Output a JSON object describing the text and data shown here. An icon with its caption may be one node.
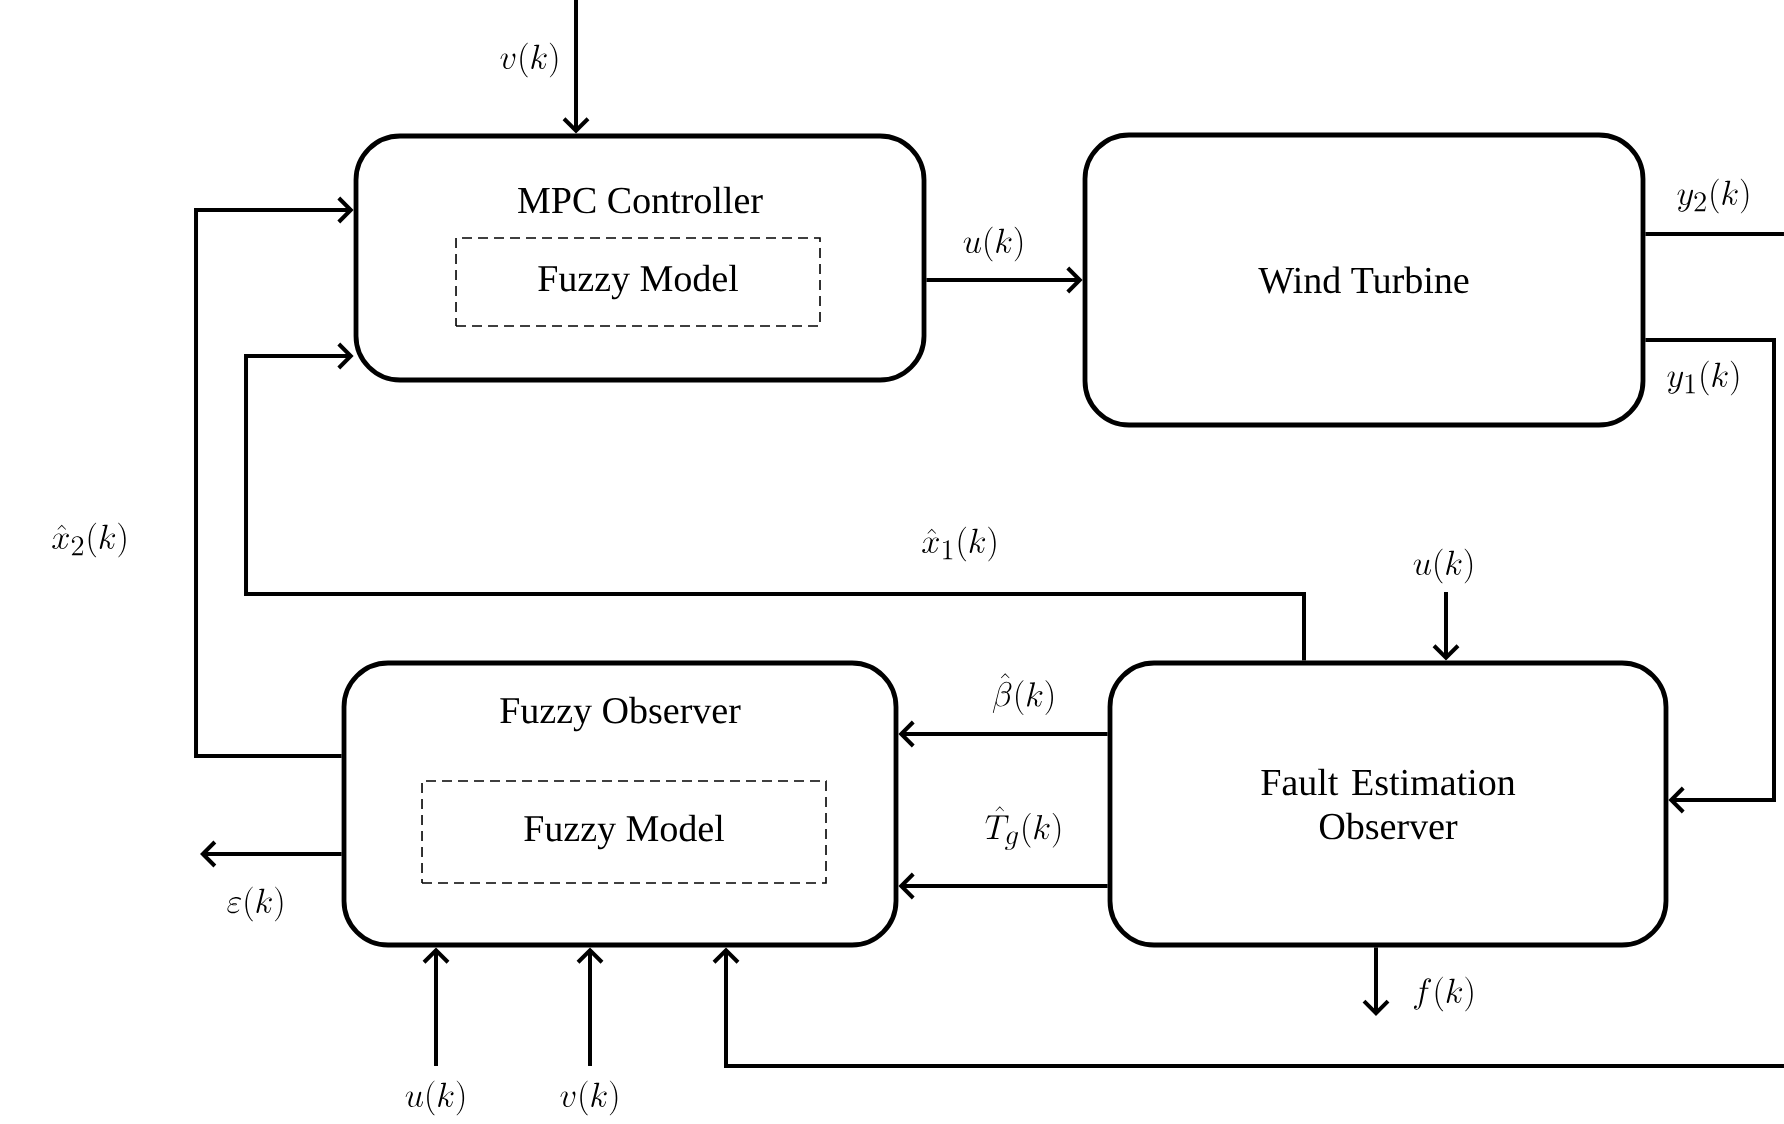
{
  "diagram": {
    "nodes": [
      {
        "text": [
          "MPC Controller"
        ]
      },
      {
        "text": [
          "Fuzzy Model"
        ],
        "in": 0
      },
      {
        "text": [
          "Wind Turbine"
        ]
      },
      {
        "text": [
          "Fuzzy Observer"
        ]
      },
      {
        "text": [
          "Fuzzy Model"
        ],
        "in": 3
      },
      {
        "text": [
          "Fault Estimation Observer"
        ]
      }
    ],
    "edges": [
      {
        "from": null,
        "to": 0,
        "arrow": "to",
        "label": "v(k)"
      },
      {
        "from": 5,
        "to": 0,
        "arrow": "to",
        "label": "\\hat{x}_1(k)"
      },
      {
        "from": 3,
        "to": 0,
        "arrow": "to",
        "label": "\\hat{x}_2(k)"
      },
      {
        "from": 0,
        "to": 2,
        "arrow": "to",
        "label": "u(k)"
      },
      {
        "from": 2,
        "to": null,
        "arrow": "none",
        "label": "y_2(k)"
      },
      {
        "from": 2,
        "to": 5,
        "arrow": "to",
        "label": "y_1(k)"
      },
      {
        "from": null,
        "to": 5,
        "arrow": "to",
        "label": "u(k)"
      },
      {
        "from": 5,
        "to": 3,
        "arrow": "to",
        "label": "\\hat{\\beta}(k)"
      },
      {
        "from": 5,
        "to": 3,
        "arrow": "to",
        "label": "\\hat{T}_g(k)"
      },
      {
        "from": 3,
        "to": null,
        "arrow": "to",
        "label": "\\varepsilon(k)"
      },
      {
        "from": 5,
        "to": null,
        "arrow": "to",
        "label": "f(k)"
      },
      {
        "from": null,
        "to": 3,
        "arrow": "to",
        "label": "u(k)"
      },
      {
        "from": null,
        "to": 3,
        "arrow": "to",
        "label": "v(k)"
      },
      {
        "from": null,
        "to": 3,
        "arrow": "to"
      }
    ]
  }
}
